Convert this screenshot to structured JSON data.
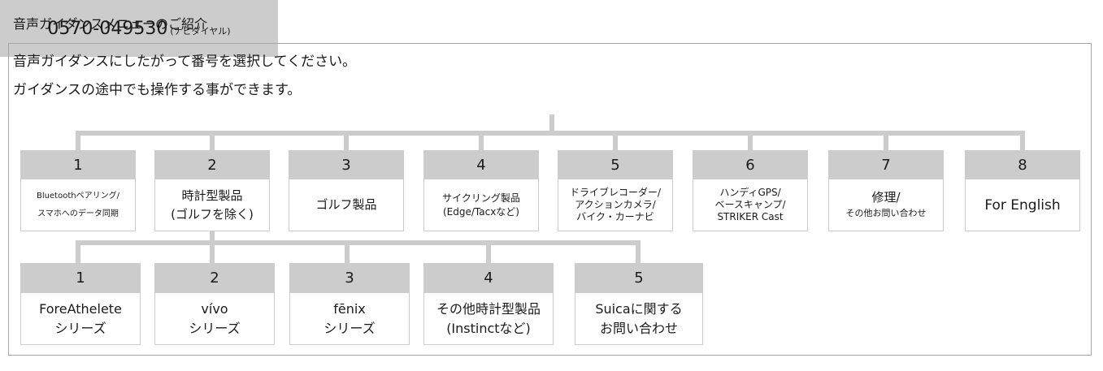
{
  "heading": "音声ガイダンスメニューのご紹介",
  "intro": {
    "line1": "音声ガイダンスにしたがって番号を選択してください。",
    "line2": "ガイダンスの途中でも操作する事ができます。"
  },
  "hotline": {
    "number": "0570-049530",
    "note": "(ナビダイヤル)"
  },
  "menu": [
    {
      "num": "1",
      "lines": [
        "Bluetoothペアリング/",
        "スマホへのデータ同期"
      ]
    },
    {
      "num": "2",
      "lines": [
        "時計型製品",
        "(ゴルフを除く)"
      ]
    },
    {
      "num": "3",
      "lines": [
        "ゴルフ製品"
      ]
    },
    {
      "num": "4",
      "lines": [
        "サイクリング製品",
        "(Edge/Tacxなど)"
      ]
    },
    {
      "num": "5",
      "lines": [
        "ドライブレコーダー/",
        "アクションカメラ/",
        "バイク・カーナビ"
      ]
    },
    {
      "num": "6",
      "lines": [
        "ハンディGPS/",
        "ベースキャンプ/",
        "STRIKER Cast"
      ]
    },
    {
      "num": "7",
      "lines": [
        "修理/",
        "その他お問い合わせ"
      ]
    },
    {
      "num": "8",
      "lines": [
        "For English"
      ]
    }
  ],
  "submenu": [
    {
      "num": "1",
      "lines": [
        "ForeAthelete",
        "シリーズ"
      ]
    },
    {
      "num": "2",
      "lines": [
        "vívo",
        "シリーズ"
      ]
    },
    {
      "num": "3",
      "lines": [
        "fēnix",
        "シリーズ"
      ]
    },
    {
      "num": "4",
      "lines": [
        "その他時計型製品",
        "(Instinctなど)"
      ]
    },
    {
      "num": "5",
      "lines": [
        "Suicaに関する",
        "お問い合わせ"
      ]
    }
  ]
}
